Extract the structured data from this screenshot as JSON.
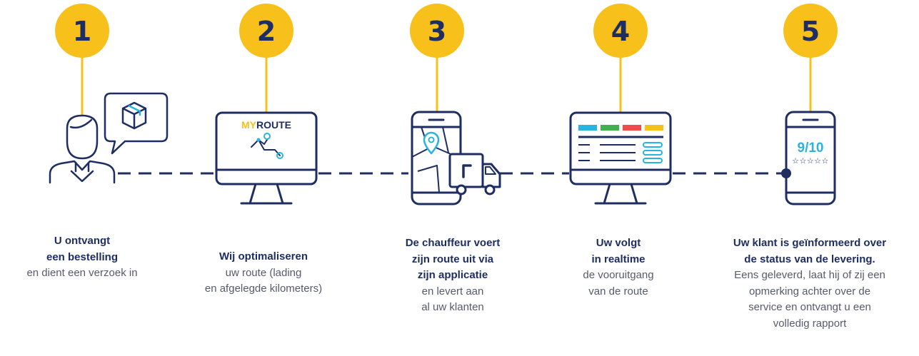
{
  "steps": [
    {
      "number": "1",
      "bold": [
        "U ontvangt",
        "een bestelling"
      ],
      "normal": [
        "en dient een verzoek in"
      ]
    },
    {
      "number": "2",
      "bold": [
        "Wij optimaliseren"
      ],
      "normal": [
        "uw route (lading",
        "en afgelegde kilometers)"
      ]
    },
    {
      "number": "3",
      "bold": [
        "De chauffeur voert",
        "zijn route uit via",
        "zijn applicatie"
      ],
      "normal": [
        "en levert aan",
        "al uw klanten"
      ]
    },
    {
      "number": "4",
      "bold": [
        "Uw volgt",
        "in realtime"
      ],
      "normal": [
        "de vooruitgang",
        "van de route"
      ]
    },
    {
      "number": "5",
      "bold": [
        "Uw klant is geïnformeerd over",
        "de status van de levering."
      ],
      "normal": [
        "Eens geleverd, laat hij of zij een",
        "opmerking achter over de",
        "service en ontvangt u een",
        "volledig rapport"
      ]
    }
  ],
  "monitor_brand": {
    "part1": "MY",
    "part2": "ROUTE"
  },
  "phone_rating": {
    "score": "9/10",
    "stars": "☆☆☆☆☆"
  },
  "colors": {
    "yellow": "#f7c01b",
    "navy": "#1e2e63",
    "cyan": "#29b3e0",
    "green": "#3fb24e",
    "red": "#ef4b4b",
    "grey_text": "#555b6b"
  }
}
